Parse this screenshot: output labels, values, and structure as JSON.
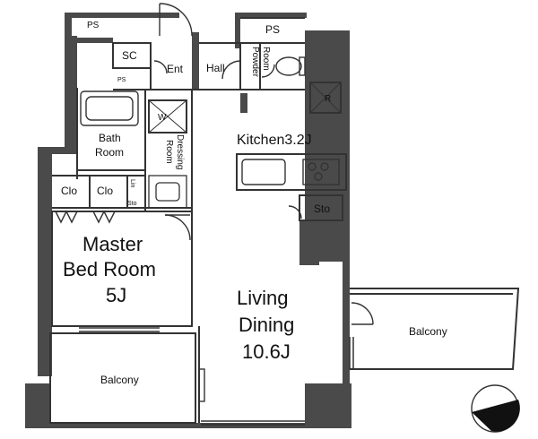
{
  "plan": {
    "colors": {
      "wall": "#4a4a4a",
      "line": "#333333",
      "paper": "#ffffff"
    },
    "rooms": {
      "master_bedroom": {
        "line1": "Master",
        "line2": "Bed Room",
        "line3": "5J"
      },
      "living_dining": {
        "line1": "Living",
        "line2": "Dining",
        "line3": "10.6J"
      },
      "kitchen": "Kitchen3.2J",
      "bath": {
        "line1": "Bath",
        "line2": "Room"
      },
      "dressing": {
        "line1": "Dressing",
        "line2": "Room"
      },
      "powder": {
        "line1": "Powder",
        "line2": "Room"
      },
      "entrance": "Ent",
      "hall": "Hall",
      "shoe_closet": "SC",
      "closet_1": "Clo",
      "closet_2": "Clo",
      "linen": "Lin",
      "storage": "Sto",
      "storage_small": "Sto",
      "refrigerator": "R",
      "washer": "W",
      "pipe_space_top_left": "PS",
      "pipe_space_top_right": "PS",
      "pipe_space_small": "PS",
      "balcony_left": "Balcony",
      "balcony_right": "Balcony"
    },
    "icons": [
      "door-swing-icon",
      "toilet-icon",
      "bathtub-icon",
      "washbasin-icon",
      "stove-icon",
      "kitchen-sink-icon",
      "compass-icon"
    ]
  }
}
